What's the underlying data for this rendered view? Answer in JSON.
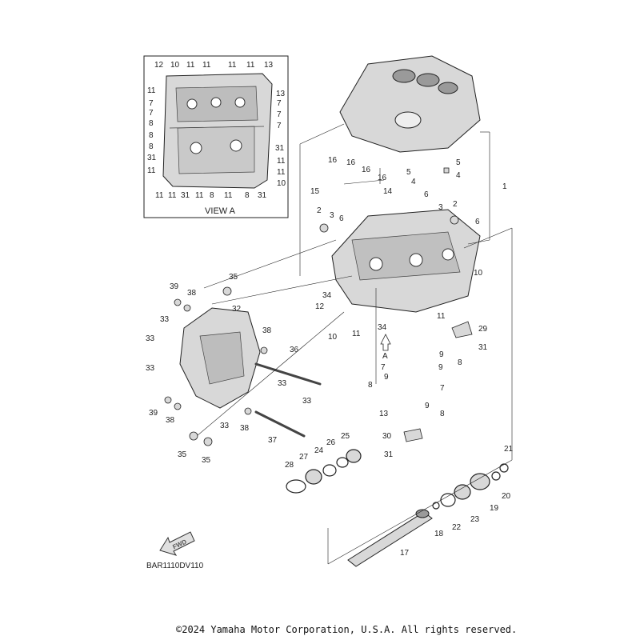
{
  "view_a": {
    "title": "VIEW A",
    "labels": [
      "12",
      "10",
      "11",
      "11",
      "11",
      "11",
      "13",
      "11",
      "13",
      "7",
      "7",
      "7",
      "7",
      "8",
      "7",
      "8",
      "8",
      "31",
      "31",
      "11",
      "11",
      "11",
      "11",
      "8",
      "11",
      "31",
      "11",
      "11",
      "8",
      "31",
      "10"
    ]
  },
  "parts": {
    "labels": [
      "1",
      "2",
      "2",
      "3",
      "3",
      "4",
      "4",
      "5",
      "5",
      "6",
      "6",
      "6",
      "7",
      "7",
      "8",
      "8",
      "8",
      "9",
      "9",
      "9",
      "9",
      "10",
      "10",
      "11",
      "11",
      "12",
      "13",
      "14",
      "15",
      "16",
      "16",
      "16",
      "16",
      "17",
      "18",
      "19",
      "20",
      "21",
      "22",
      "23",
      "24",
      "25",
      "26",
      "27",
      "28",
      "29",
      "30",
      "31",
      "31",
      "32",
      "33",
      "33",
      "33",
      "33",
      "33",
      "33",
      "34",
      "34",
      "35",
      "35",
      "35",
      "36",
      "37",
      "38",
      "38",
      "38",
      "38",
      "39",
      "39"
    ]
  },
  "arrow_a_label": "A",
  "fwd_label": "FWD",
  "reference_code": "BAR1110DV110",
  "copyright": "©2024 Yamaha Motor Corporation, U.S.A. All rights reserved.",
  "colors": {
    "line": "#222222",
    "part_fill": "#d8d8d8",
    "part_shade": "#9a9a9a"
  }
}
